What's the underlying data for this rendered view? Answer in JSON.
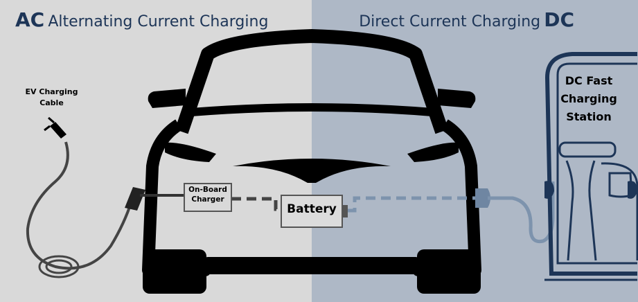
{
  "header": {
    "ac_abbr": "AC",
    "ac_title": "Alternating Current Charging",
    "dc_title": "Direct Current Charging",
    "dc_abbr": "DC"
  },
  "labels": {
    "cable_line1": "EV Charging",
    "cable_line2": "Cable",
    "onboard_line1": "On-Board",
    "onboard_line2": "Charger",
    "battery": "Battery",
    "station_line1": "DC Fast",
    "station_line2": "Charging",
    "station_line3": "Station"
  },
  "colors": {
    "ac_panel": "#d9d9d9",
    "dc_panel": "#aeb8c6",
    "title_navy": "#1d3557",
    "car_black": "#000000",
    "ac_wire": "#444444",
    "dc_wire": "#7d93ad"
  }
}
